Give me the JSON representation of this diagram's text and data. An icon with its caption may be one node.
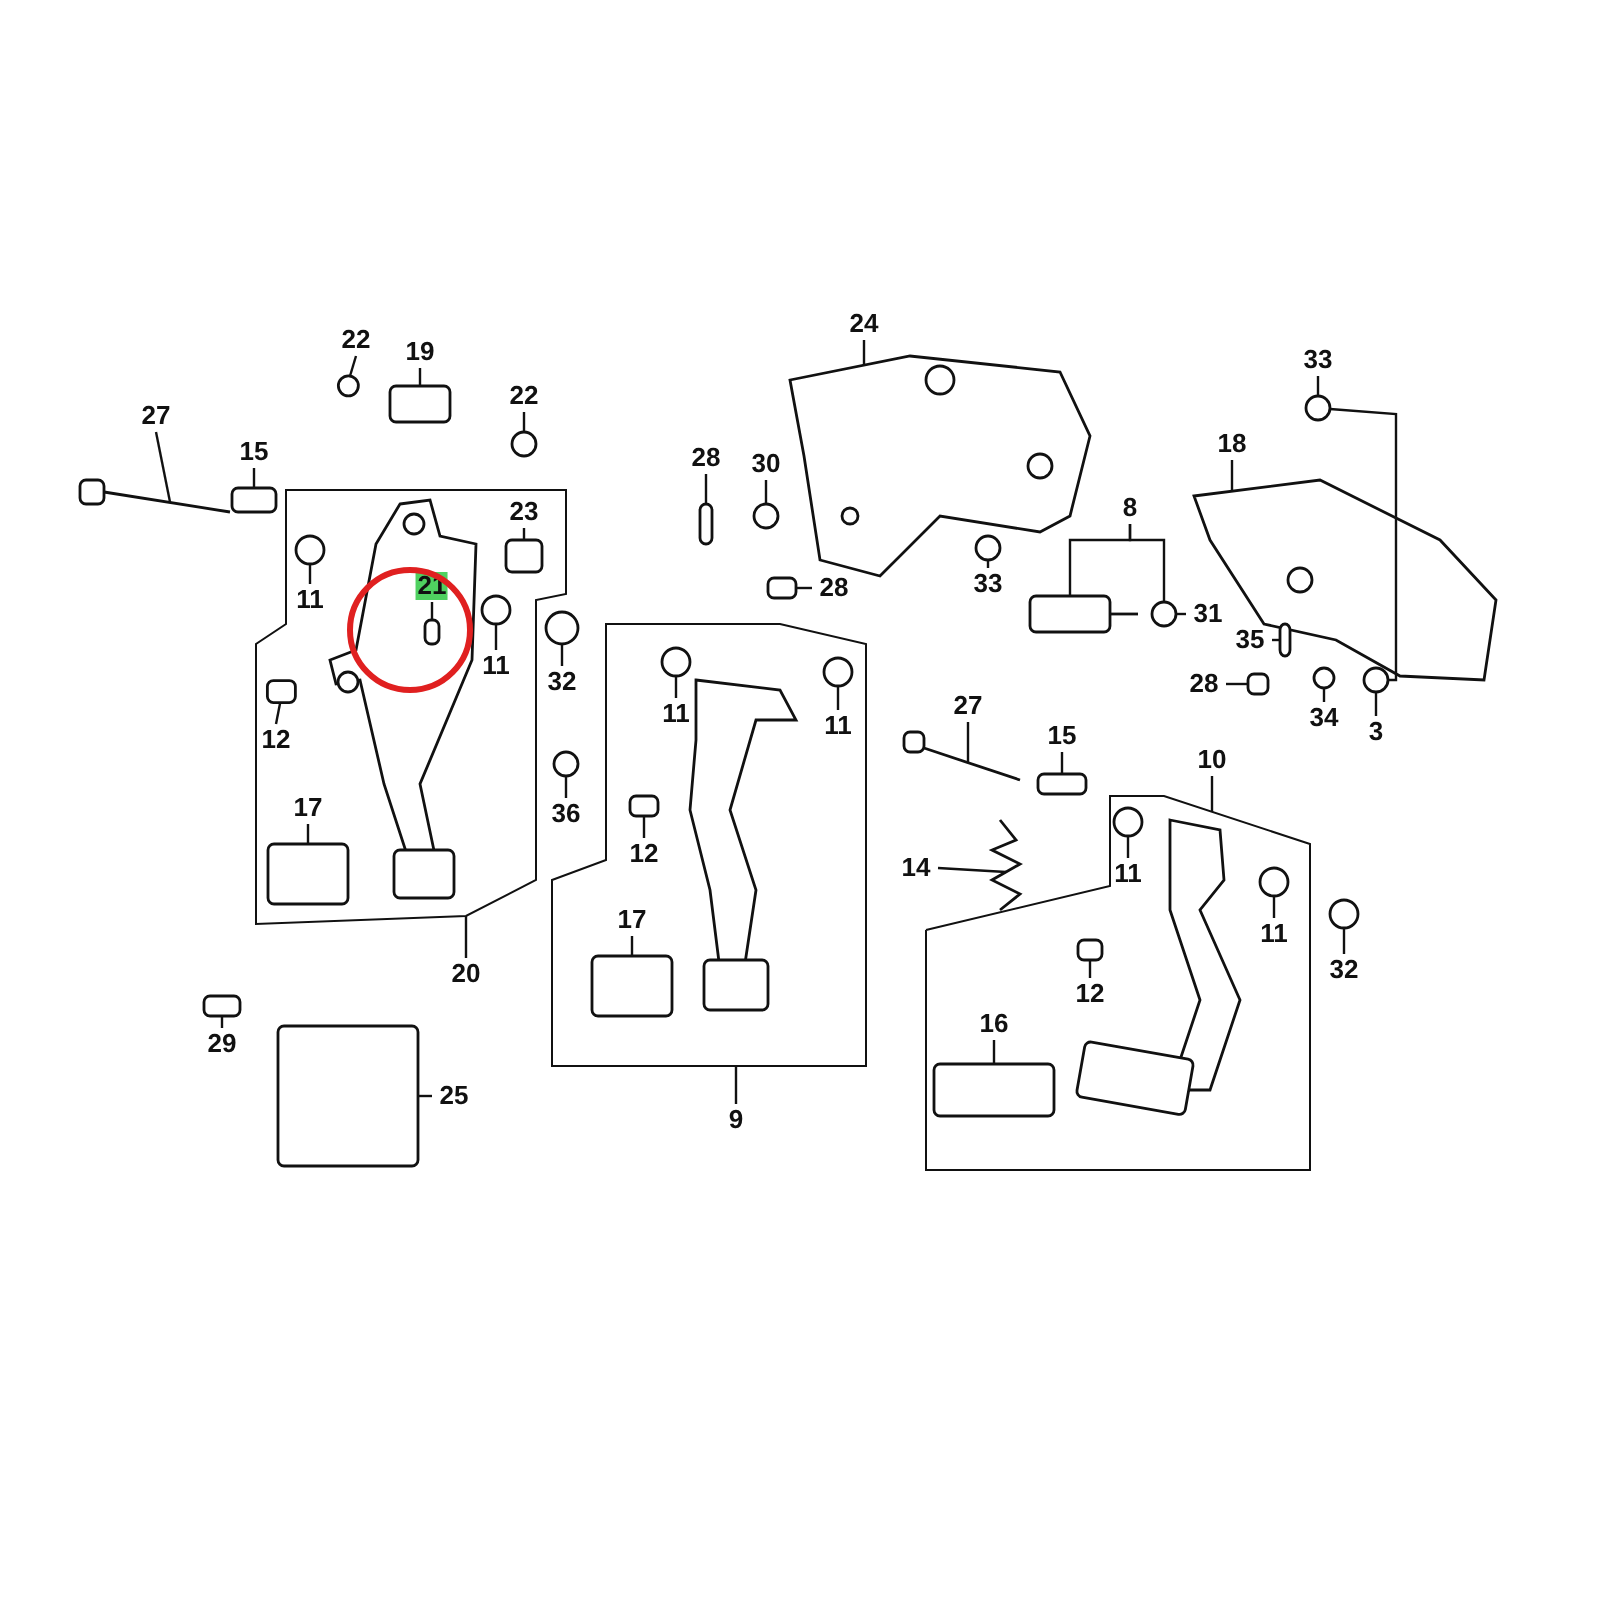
{
  "diagram": {
    "nodes": [
      {
        "text": [
          "22"
        ]
      },
      {
        "text": [
          "19"
        ]
      },
      {
        "text": [
          "22"
        ]
      },
      {
        "text": [
          "27"
        ]
      },
      {
        "text": [
          "15"
        ]
      },
      {
        "text": [
          "23"
        ],
        "in": 83
      },
      {
        "text": [
          "11"
        ],
        "in": 83
      },
      {
        "text": [
          "21"
        ],
        "in": 83
      },
      {
        "text": [
          "11"
        ],
        "in": 83
      },
      {
        "text": [
          "32"
        ]
      },
      {
        "text": [
          "12"
        ],
        "in": 83
      },
      {
        "text": [
          "17"
        ],
        "in": 83
      },
      {
        "text": [
          "36"
        ]
      },
      {
        "text": [
          "20"
        ]
      },
      {
        "text": [
          "29"
        ]
      },
      {
        "text": [
          "25"
        ]
      },
      {
        "text": [
          "24"
        ]
      },
      {
        "text": [
          "28"
        ]
      },
      {
        "text": [
          "30"
        ]
      },
      {
        "text": [
          "28"
        ]
      },
      {
        "text": [
          "33"
        ]
      },
      {
        "text": [
          "8"
        ]
      },
      {
        "text": [
          "31"
        ]
      },
      {
        "text": [
          "33"
        ]
      },
      {
        "text": [
          "18"
        ]
      },
      {
        "text": [
          "35"
        ]
      },
      {
        "text": [
          "28"
        ]
      },
      {
        "text": [
          "34"
        ]
      },
      {
        "text": [
          "3"
        ]
      },
      {
        "text": [
          "11"
        ],
        "in": 84
      },
      {
        "text": [
          "11"
        ],
        "in": 84
      },
      {
        "text": [
          "12"
        ],
        "in": 84
      },
      {
        "text": [
          "17"
        ],
        "in": 84
      },
      {
        "text": [
          "9"
        ]
      },
      {
        "text": [
          "27"
        ]
      },
      {
        "text": [
          "15"
        ]
      },
      {
        "text": [
          "10"
        ]
      },
      {
        "text": [
          "14"
        ]
      },
      {
        "text": [
          "11"
        ],
        "in": 85
      },
      {
        "text": [
          "11"
        ],
        "in": 85
      },
      {
        "text": [
          "12"
        ],
        "in": 85
      },
      {
        "text": [
          "32"
        ]
      },
      {
        "text": [
          "16"
        ],
        "in": 85
      },
      {
        "text": [],
        "shape": "circle"
      },
      {
        "text": [],
        "shape": "box"
      },
      {
        "text": [],
        "shape": "circle"
      },
      {
        "text": [],
        "shape": "picture"
      },
      {
        "text": [],
        "shape": "box"
      },
      {
        "text": [],
        "shape": "box",
        "in": 83
      },
      {
        "text": [],
        "shape": "circle",
        "in": 83
      },
      {
        "text": [],
        "shape": "box",
        "in": 83
      },
      {
        "text": [],
        "shape": "circle",
        "in": 83
      },
      {
        "text": [],
        "shape": "circle"
      },
      {
        "text": [],
        "shape": "box",
        "in": 83
      },
      {
        "text": [],
        "shape": "box",
        "in": 83
      },
      {
        "text": [],
        "shape": "circle"
      },
      {
        "text": [],
        "shape": "box"
      },
      {
        "text": [],
        "shape": "box"
      },
      {
        "text": [],
        "shape": "picture"
      },
      {
        "text": [],
        "shape": "box"
      },
      {
        "text": [],
        "shape": "circle"
      },
      {
        "text": [],
        "shape": "box"
      },
      {
        "text": [],
        "shape": "circle"
      },
      {
        "text": [],
        "shape": "picture"
      },
      {
        "text": [],
        "shape": "circle"
      },
      {
        "text": [],
        "shape": "circle"
      },
      {
        "text": [],
        "shape": "picture"
      },
      {
        "text": [],
        "shape": "box"
      },
      {
        "text": [],
        "shape": "box"
      },
      {
        "text": [],
        "shape": "circle"
      },
      {
        "text": [],
        "shape": "circle"
      },
      {
        "text": [],
        "shape": "circle",
        "in": 84
      },
      {
        "text": [],
        "shape": "circle",
        "in": 84
      },
      {
        "text": [],
        "shape": "box",
        "in": 84
      },
      {
        "text": [],
        "shape": "box",
        "in": 84
      },
      {
        "text": [],
        "shape": "picture"
      },
      {
        "text": [],
        "shape": "box"
      },
      {
        "text": [],
        "shape": "picture"
      },
      {
        "text": [],
        "shape": "circle",
        "in": 85
      },
      {
        "text": [],
        "shape": "circle",
        "in": 85
      },
      {
        "text": [],
        "shape": "box",
        "in": 85
      },
      {
        "text": [],
        "shape": "circle"
      },
      {
        "text": [],
        "shape": "box",
        "in": 85
      },
      {
        "text": [],
        "shape": "box"
      },
      {
        "text": [],
        "shape": "box"
      },
      {
        "text": [],
        "shape": "box"
      }
    ],
    "edges": [
      {
        "from": 0,
        "to": 43,
        "arrow": "none"
      },
      {
        "from": 1,
        "to": 44,
        "arrow": "none"
      },
      {
        "from": 2,
        "to": 45,
        "arrow": "none"
      },
      {
        "from": 3,
        "to": 46,
        "arrow": "none"
      },
      {
        "from": 4,
        "to": 47,
        "arrow": "none"
      },
      {
        "from": 5,
        "to": 48,
        "arrow": "none"
      },
      {
        "from": 6,
        "to": 49,
        "arrow": "none"
      },
      {
        "from": 7,
        "to": 50,
        "arrow": "none"
      },
      {
        "from": 8,
        "to": 51,
        "arrow": "none"
      },
      {
        "from": 9,
        "to": 52,
        "arrow": "none"
      },
      {
        "from": 10,
        "to": 53,
        "arrow": "none"
      },
      {
        "from": 11,
        "to": 54,
        "arrow": "none"
      },
      {
        "from": 12,
        "to": 55,
        "arrow": "none"
      },
      {
        "from": 13,
        "to": 83,
        "arrow": "none"
      },
      {
        "from": 14,
        "to": 56,
        "arrow": "none"
      },
      {
        "from": 15,
        "to": 57,
        "arrow": "none"
      },
      {
        "from": 16,
        "to": 58,
        "arrow": "none"
      },
      {
        "from": 17,
        "to": 59,
        "arrow": "none"
      },
      {
        "from": 18,
        "to": 60,
        "arrow": "none"
      },
      {
        "from": 19,
        "to": 61,
        "arrow": "none"
      },
      {
        "from": 20,
        "to": 62,
        "arrow": "none"
      },
      {
        "from": 21,
        "to": 63,
        "arrow": "none"
      },
      {
        "from": 21,
        "to": 64,
        "arrow": "none"
      },
      {
        "from": 22,
        "to": 64,
        "arrow": "none"
      },
      {
        "from": 23,
        "to": 65,
        "arrow": "none"
      },
      {
        "from": 24,
        "to": 66,
        "arrow": "none"
      },
      {
        "from": 25,
        "to": 67,
        "arrow": "none"
      },
      {
        "from": 26,
        "to": 68,
        "arrow": "none"
      },
      {
        "from": 27,
        "to": 69,
        "arrow": "none"
      },
      {
        "from": 28,
        "to": 70,
        "arrow": "none"
      },
      {
        "from": 29,
        "to": 71,
        "arrow": "none"
      },
      {
        "from": 30,
        "to": 72,
        "arrow": "none"
      },
      {
        "from": 31,
        "to": 73,
        "arrow": "none"
      },
      {
        "from": 32,
        "to": 74,
        "arrow": "none"
      },
      {
        "from": 33,
        "to": 84,
        "arrow": "none"
      },
      {
        "from": 34,
        "to": 75,
        "arrow": "none"
      },
      {
        "from": 35,
        "to": 76,
        "arrow": "none"
      },
      {
        "from": 36,
        "to": 85,
        "arrow": "none"
      },
      {
        "from": 37,
        "to": 77,
        "arrow": "none"
      },
      {
        "from": 38,
        "to": 78,
        "arrow": "none"
      },
      {
        "from": 39,
        "to": 79,
        "arrow": "none"
      },
      {
        "from": 40,
        "to": 80,
        "arrow": "none"
      },
      {
        "from": 41,
        "to": 81,
        "arrow": "none"
      },
      {
        "from": 42,
        "to": 82,
        "arrow": "none"
      },
      {
        "from": 65,
        "to": 70,
        "arrow": "none"
      }
    ]
  }
}
